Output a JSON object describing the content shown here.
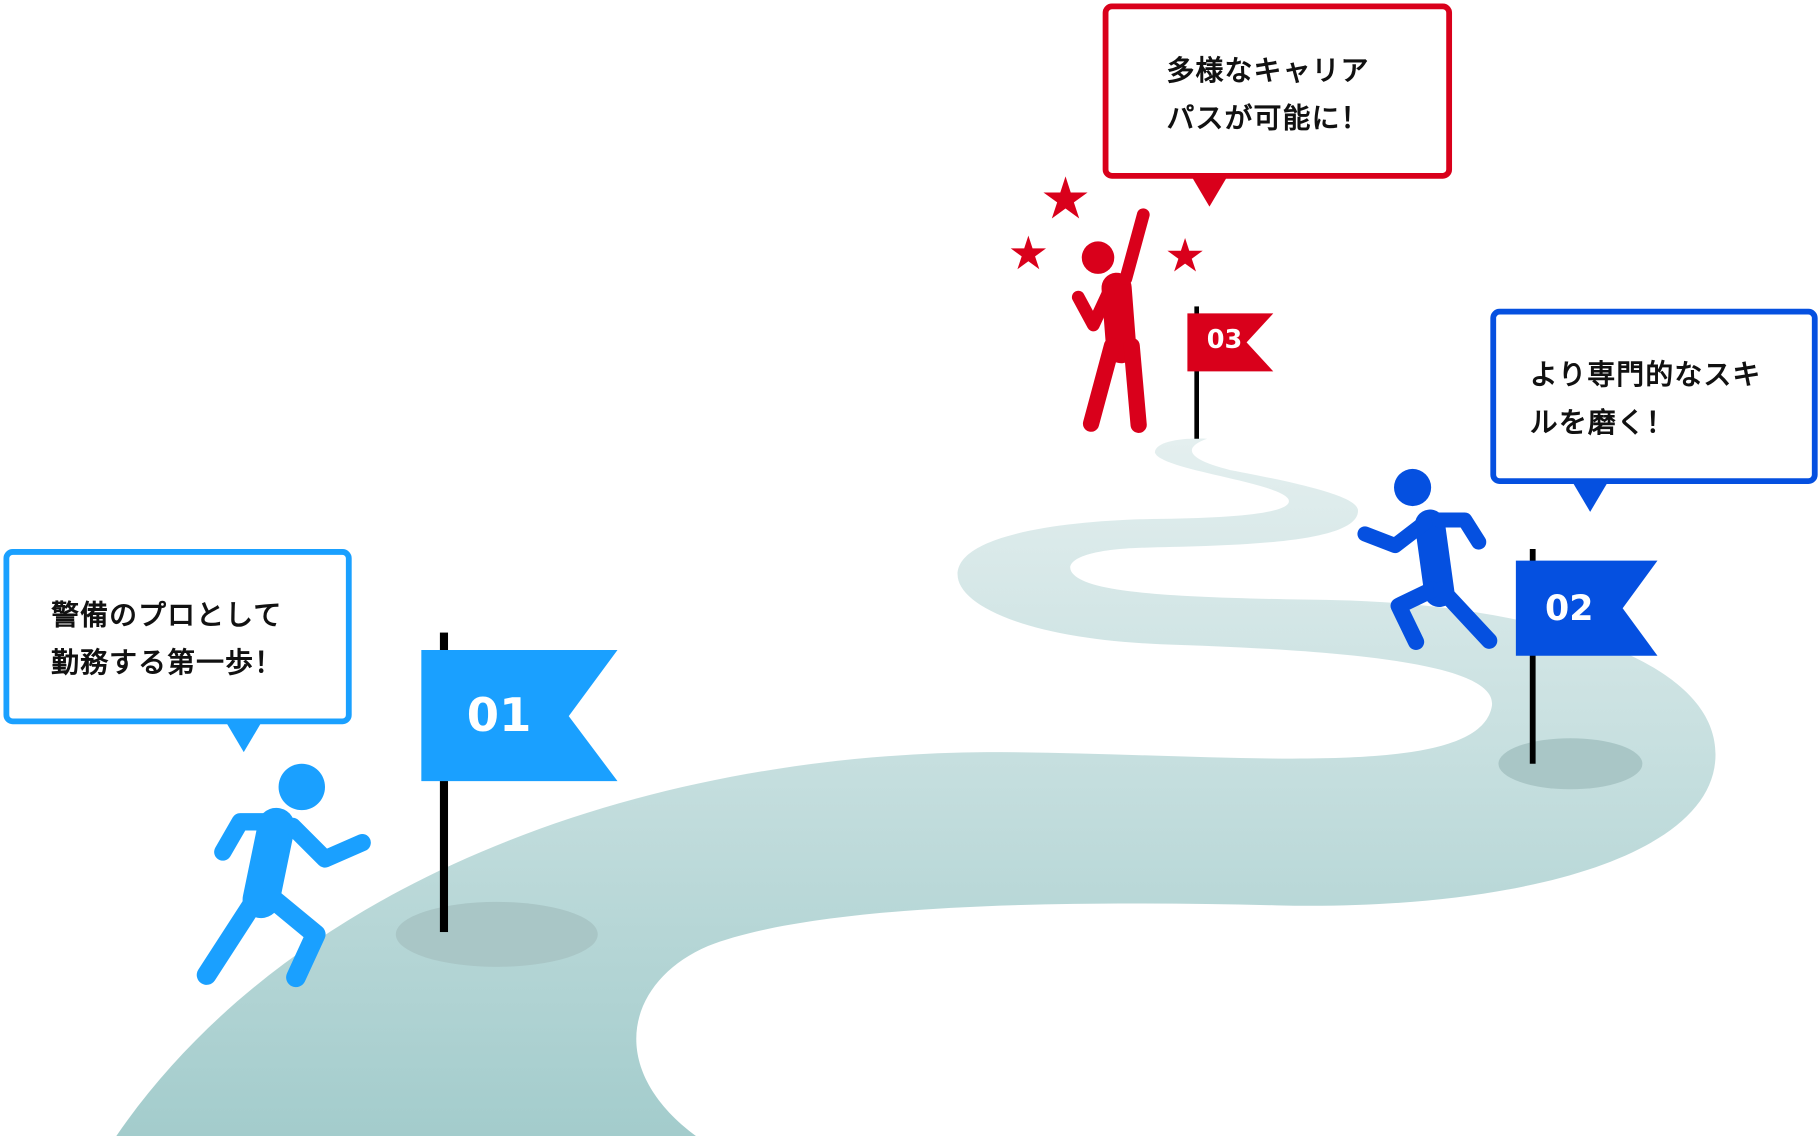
{
  "colors": {
    "step1": "#1aa0ff",
    "step2": "#0550e0",
    "step3": "#d9001b",
    "road_top": "#e4efef",
    "road_bottom": "#a3cccc",
    "shadow": "#a9c6c6"
  },
  "steps": [
    {
      "number": "01",
      "line1": "警備のプロとして",
      "line2": "勤務する第一歩！"
    },
    {
      "number": "02",
      "line1": "より専門的なスキ",
      "line2": "ルを磨く！"
    },
    {
      "number": "03",
      "line1": "多様なキャリア",
      "line2": "パスが可能に！"
    }
  ]
}
